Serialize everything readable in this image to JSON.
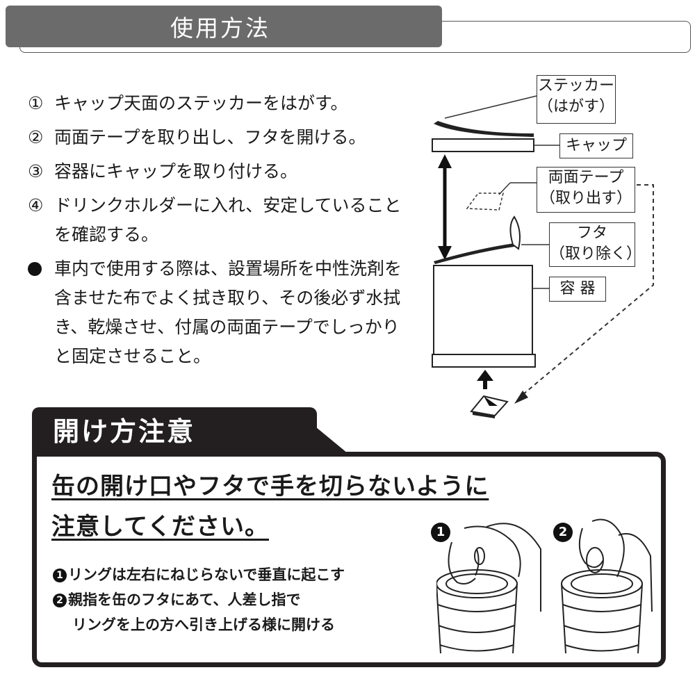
{
  "header": {
    "title": "使用方法"
  },
  "steps": [
    {
      "num": "①",
      "text": "キャップ天面のステッカーをはがす。"
    },
    {
      "num": "②",
      "text": "両面テープを取り出し、フタを開ける。"
    },
    {
      "num": "③",
      "text": "容器にキャップを取り付ける。"
    },
    {
      "num": "④",
      "text": "ドリンクホルダーに入れ、安定していることを確認する。"
    },
    {
      "num": "●",
      "text": "車内で使用する際は、設置場所を中性洗剤を含ませた布でよく拭き取り、その後必ず水拭き、乾燥させ、付属の両面テープでしっかりと固定させること。"
    }
  ],
  "diagram": {
    "sticker_l1": "ステッカー",
    "sticker_l2": "（はがす）",
    "cap": "キャップ",
    "tape_l1": "両面テープ",
    "tape_l2": "（取り出す）",
    "lid_l1": "フタ",
    "lid_l2": "（取り除く）",
    "container": "容 器"
  },
  "caution": {
    "title": "開け方注意",
    "warning_line1": "缶の開け口やフタで手を切らないように",
    "warning_line2": "注意してください。",
    "note1_num": "1",
    "note1": "リングは左右にねじらないで垂直に起こす",
    "note2_num": "2",
    "note2_line1": "親指を缶のフタにあて、人差し指で",
    "note2_line2": "リングを上の方へ引き上げる様に開ける",
    "illus1_num": "1",
    "illus2_num": "2"
  }
}
